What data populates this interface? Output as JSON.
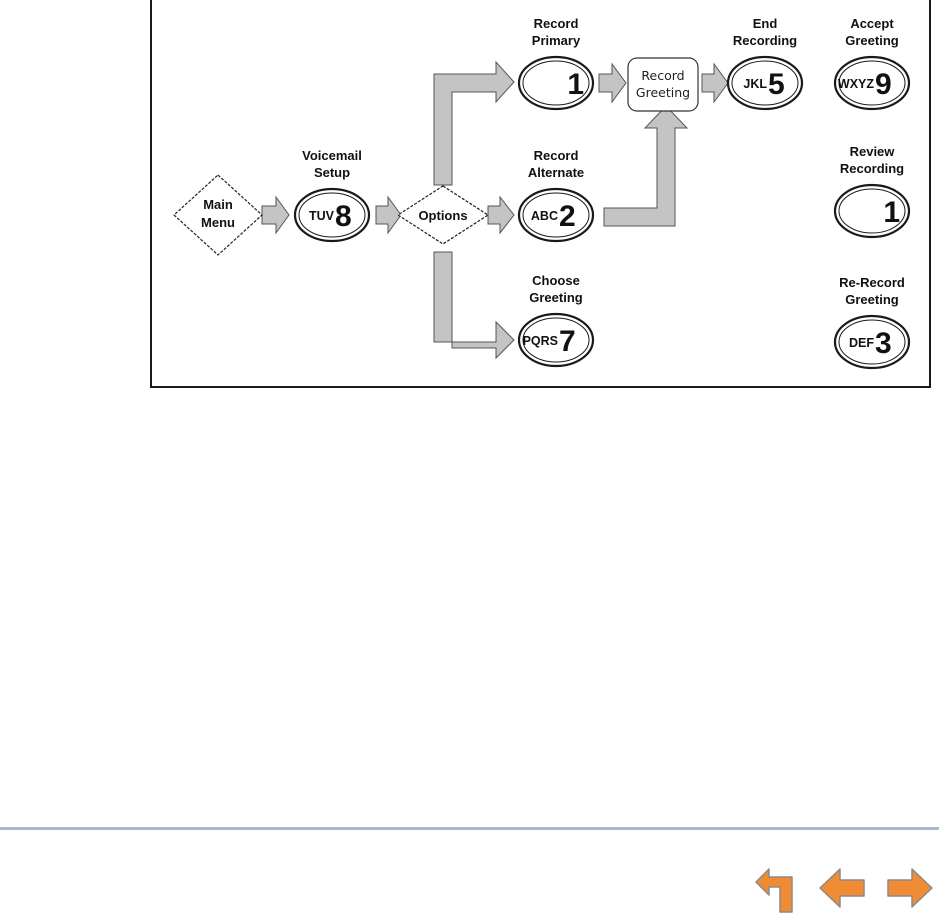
{
  "diagram": {
    "nodes": {
      "main_menu": "Main\nMenu",
      "options": "Options",
      "record_greeting_box": "Record\nGreeting"
    },
    "keys": [
      {
        "id": "voicemail-setup",
        "label": "Voicemail\nSetup",
        "letters": "TUV",
        "digit": "8"
      },
      {
        "id": "record-primary",
        "label": "Record\nPrimary",
        "letters": "",
        "digit": "1"
      },
      {
        "id": "record-alternate",
        "label": "Record\nAlternate",
        "letters": "ABC",
        "digit": "2"
      },
      {
        "id": "choose-greeting",
        "label": "Choose\nGreeting",
        "letters": "PQRS",
        "digit": "7"
      },
      {
        "id": "end-recording",
        "label": "End\nRecording",
        "letters": "JKL",
        "digit": "5"
      },
      {
        "id": "accept-greeting",
        "label": "Accept\nGreeting",
        "letters": "WXYZ",
        "digit": "9"
      },
      {
        "id": "review-recording",
        "label": "Review\nRecording",
        "letters": "",
        "digit": "1"
      },
      {
        "id": "re-record-greeting",
        "label": "Re-Record\nGreeting",
        "letters": "DEF",
        "digit": "3"
      }
    ]
  },
  "footer": {
    "rule_color": "#a7b5d6",
    "nav": [
      {
        "id": "return-icon",
        "label": "return"
      },
      {
        "id": "back-arrow-icon",
        "label": "back"
      },
      {
        "id": "forward-arrow-icon",
        "label": "forward"
      }
    ],
    "nav_color": "#f08a33"
  }
}
